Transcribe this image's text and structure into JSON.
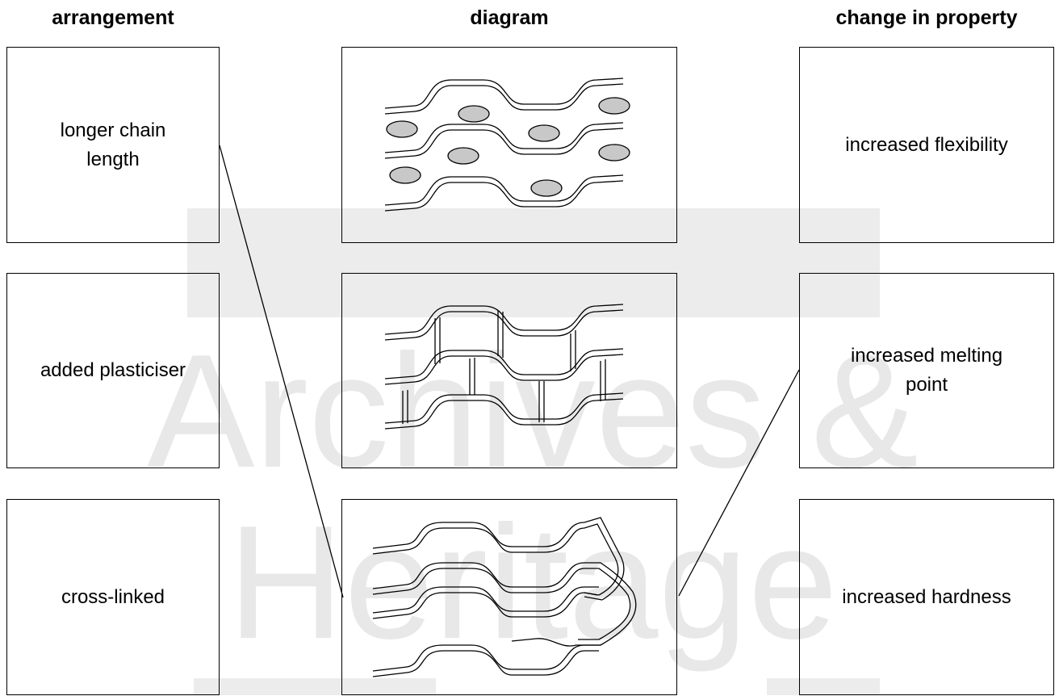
{
  "headings": {
    "arrangement": "arrangement",
    "diagram": "diagram",
    "change": "change in property"
  },
  "arrangements": [
    {
      "line1": "longer chain",
      "line2": "length"
    },
    {
      "line1": "added plasticiser",
      "line2": ""
    },
    {
      "line1": "cross-linked",
      "line2": ""
    }
  ],
  "properties": [
    {
      "line1": "increased flexibility",
      "line2": ""
    },
    {
      "line1": "increased melting",
      "line2": "point"
    },
    {
      "line1": "increased hardness",
      "line2": ""
    }
  ],
  "watermark": {
    "line1": "Archives &",
    "line2": "Heritage"
  },
  "colors": {
    "molecule_fill": "#c8c8c8",
    "watermark": "#e9e9e9"
  }
}
